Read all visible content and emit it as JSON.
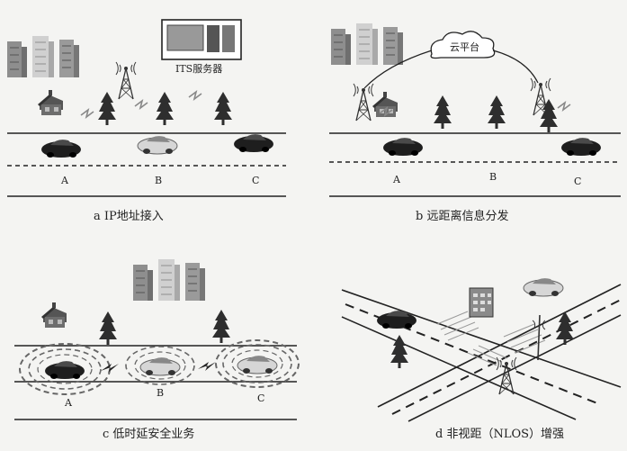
{
  "panels": {
    "a": {
      "caption": "a  IP地址接入",
      "server_label": "ITS服务器",
      "cars": [
        "A",
        "B",
        "C"
      ]
    },
    "b": {
      "caption": "b  远距离信息分发",
      "cloud_label": "云平台",
      "cars": [
        "A",
        "B",
        "C"
      ]
    },
    "c": {
      "caption": "c  低时延安全业务",
      "cars": [
        "A",
        "B",
        "C"
      ]
    },
    "d": {
      "caption": "d  非视距（NLOS）增强"
    }
  },
  "colors": {
    "ink": "#222222",
    "car_dark": "#1f1f1f",
    "car_light": "#d9d9d9",
    "building": "#9a9a9a",
    "tree": "#333333"
  }
}
